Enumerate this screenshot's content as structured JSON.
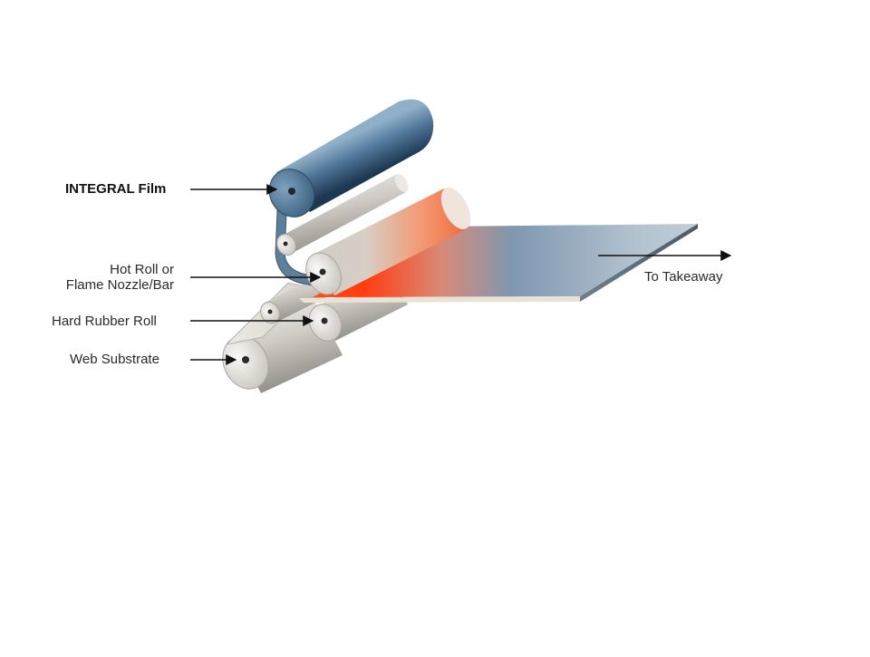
{
  "diagram": {
    "labels": {
      "integral_film": "INTEGRAL Film",
      "hot_roll_line1": "Hot Roll or",
      "hot_roll_line2": "Flame Nozzle/Bar",
      "hard_rubber_roll": "Hard Rubber Roll",
      "web_substrate": "Web Substrate",
      "to_takeaway": "To Takeaway"
    },
    "components": [
      {
        "name": "film-supply-roll",
        "color": "#4a6f8e"
      },
      {
        "name": "guide-roll",
        "color": "#c9c6c1"
      },
      {
        "name": "hot-roll",
        "color": "#d9d5cf"
      },
      {
        "name": "hard-rubber-roll",
        "color": "#dedad4"
      },
      {
        "name": "web-substrate-roll",
        "color": "#cfcac3"
      }
    ],
    "colors": {
      "heat": "#ff3b10",
      "laminate_steel": "#a8b9c7",
      "film_blue": "#4a6f8e",
      "arrow": "#111111"
    }
  }
}
